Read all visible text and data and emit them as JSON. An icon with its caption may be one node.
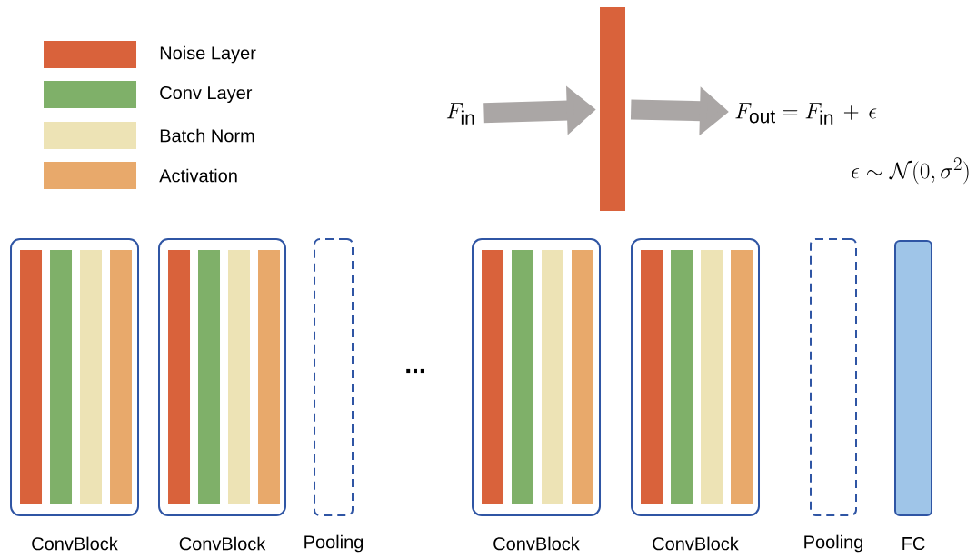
{
  "diagram": {
    "nodes": [
      {
        "text": [
          "F_{\\mathrm{in}}"
        ]
      },
      {
        "text": [],
        "shape": "bar"
      },
      {
        "text": [
          "F_{\\mathrm{out}} = F_{\\mathrm{in}} \\,+\\, \\epsilon",
          "\\epsilon \\sim \\mathcal{N}(0,\\sigma^2)"
        ]
      },
      {
        "text": [
          "ConvBlock"
        ]
      },
      {
        "text": [],
        "shape": "bar",
        "in": 3
      },
      {
        "text": [],
        "shape": "bar",
        "in": 3
      },
      {
        "text": [],
        "shape": "bar",
        "in": 3
      },
      {
        "text": [],
        "shape": "bar",
        "in": 3
      },
      {
        "text": [
          "ConvBlock"
        ]
      },
      {
        "text": [],
        "shape": "bar",
        "in": 8
      },
      {
        "text": [],
        "shape": "bar",
        "in": 8
      },
      {
        "text": [],
        "shape": "bar",
        "in": 8
      },
      {
        "text": [],
        "shape": "bar",
        "in": 8
      },
      {
        "text": [
          "Pooling"
        ]
      },
      {
        "text": [
          "ConvBlock"
        ]
      },
      {
        "text": [],
        "shape": "bar",
        "in": 14
      },
      {
        "text": [],
        "shape": "bar",
        "in": 14
      },
      {
        "text": [],
        "shape": "bar",
        "in": 14
      },
      {
        "text": [],
        "shape": "bar",
        "in": 14
      },
      {
        "text": [
          "ConvBlock"
        ]
      },
      {
        "text": [],
        "shape": "bar",
        "in": 19
      },
      {
        "text": [],
        "shape": "bar",
        "in": 19
      },
      {
        "text": [],
        "shape": "bar",
        "in": 19
      },
      {
        "text": [],
        "shape": "bar",
        "in": 19
      },
      {
        "text": [
          "Pooling"
        ]
      },
      {
        "text": [
          "FC"
        ]
      }
    ],
    "edges": [
      {
        "from": 0,
        "to": 1,
        "arrow": "to"
      },
      {
        "from": 1,
        "to": 2,
        "arrow": "to"
      }
    ],
    "labels": [
      "..."
    ],
    "legend": [
      {
        "text": "Noise Layer",
        "color": "#d9623b"
      },
      {
        "text": "Conv Layer",
        "color": "#7fb069"
      },
      {
        "text": "Batch Norm",
        "color": "#ede3b5"
      },
      {
        "text": "Activation",
        "color": "#e8a96b"
      }
    ]
  }
}
